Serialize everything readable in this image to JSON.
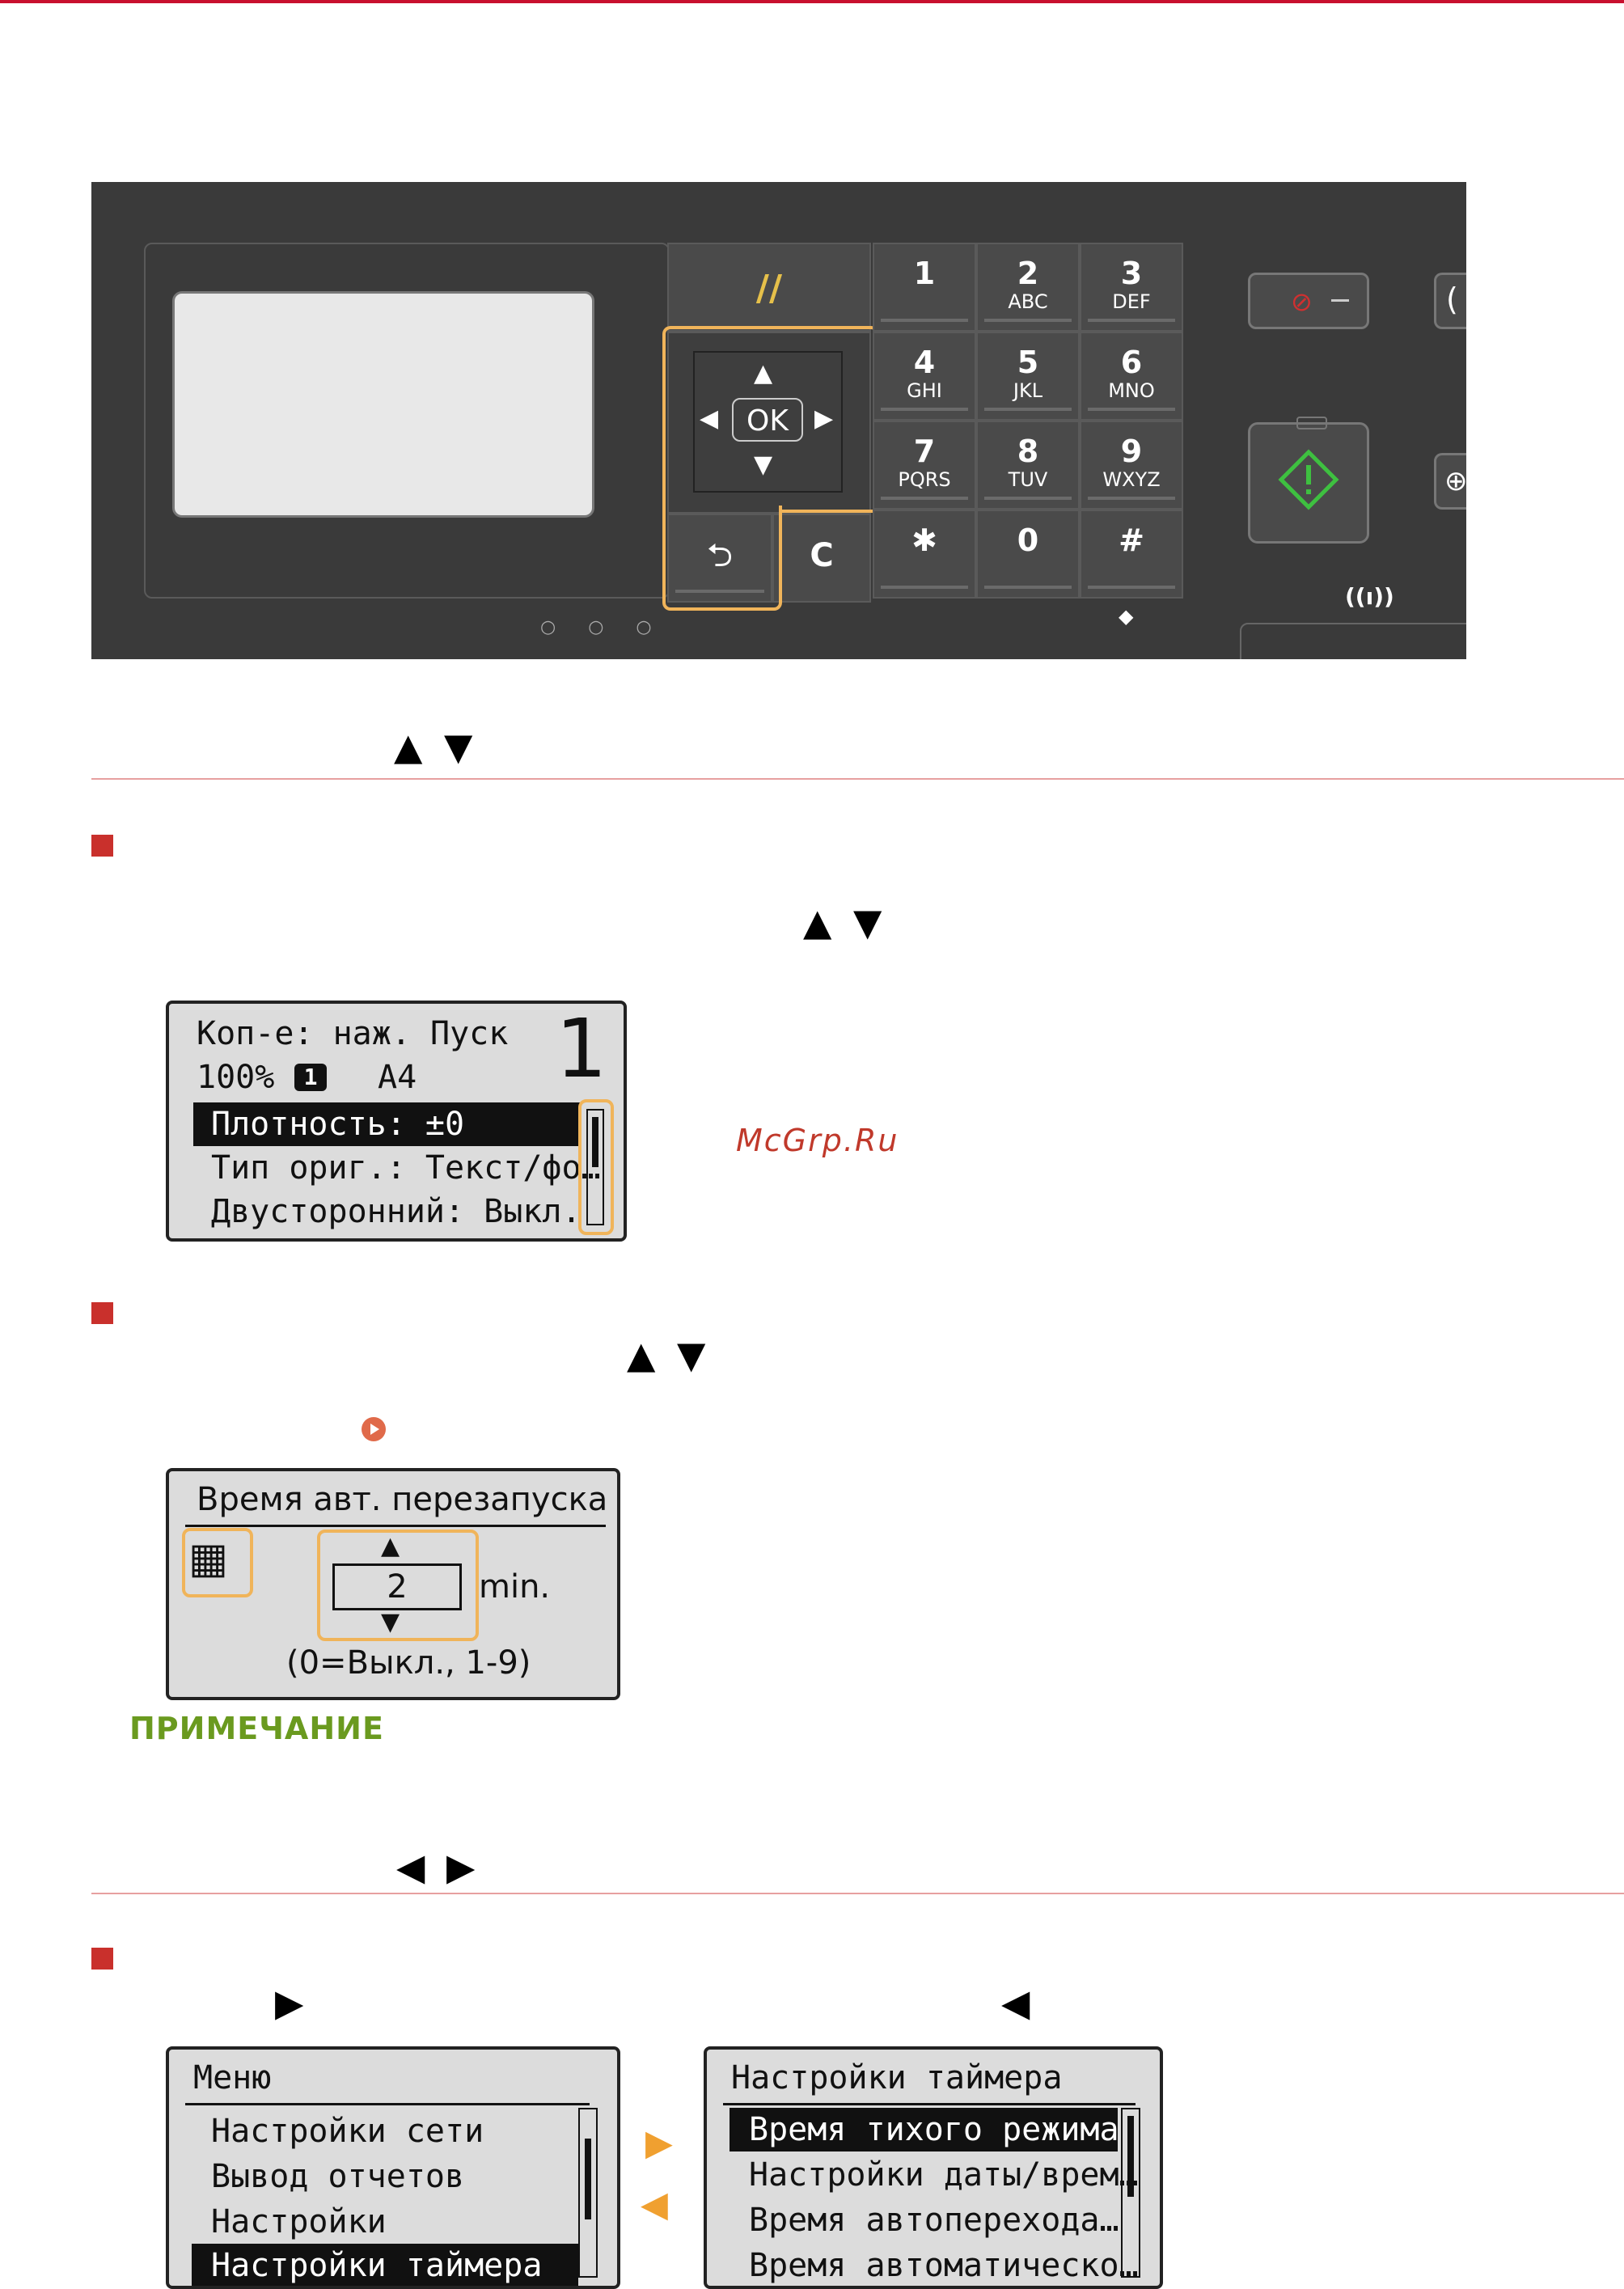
{
  "panel": {
    "keys": [
      {
        "n": "1",
        "l": ""
      },
      {
        "n": "2",
        "l": "ABC"
      },
      {
        "n": "3",
        "l": "DEF"
      },
      {
        "n": "4",
        "l": "GHI"
      },
      {
        "n": "5",
        "l": "JKL"
      },
      {
        "n": "6",
        "l": "MNO"
      },
      {
        "n": "7",
        "l": "PQRS"
      },
      {
        "n": "8",
        "l": "TUV"
      },
      {
        "n": "9",
        "l": "WXYZ"
      },
      {
        "n": "✱",
        "l": ""
      },
      {
        "n": "0",
        "l": ""
      },
      {
        "n": "#",
        "l": ""
      }
    ],
    "ok_label": "OK",
    "clear_label": "C",
    "reset_symbol": "//",
    "wireless_label": "((ı))"
  },
  "section1": {
    "arrows": "▲ ▼"
  },
  "item1": {
    "arrows": "▲ ▼"
  },
  "screen1": {
    "line1": "Коп-е: наж. Пуск",
    "copies": "1",
    "zoom": "100%",
    "tray_badge": "1",
    "paper": "A4",
    "items": [
      "Плотность: ±0",
      "Тип ориг.: Текст/фо…",
      "Двусторонний: Выкл."
    ]
  },
  "watermark": "McGrp.Ru",
  "item2": {
    "arrows": "▲ ▼"
  },
  "screen2": {
    "title": "Время авт. перезапуска",
    "value": "2",
    "unit": "min.",
    "range": "(0=Выкл., 1-9)"
  },
  "note_heading": "ПРИМЕЧАНИЕ",
  "section2": {
    "arrows": "◀ ▶"
  },
  "item3": {
    "right_arrow": "▶",
    "left_arrow": "◀"
  },
  "screen3": {
    "title": "Меню",
    "items": [
      "Настройки сети",
      "Вывод отчетов",
      "Настройки",
      "Настройки таймера"
    ]
  },
  "screen4": {
    "title": "Настройки таймера",
    "items": [
      "Время тихого режима",
      "Настройки даты/врем…",
      "Время автоперехода…",
      "Время автоматическо…"
    ]
  },
  "colors": {
    "accent_red": "#c9302c",
    "highlight_orange": "#f0b45a",
    "note_green": "#6a9a1f"
  }
}
